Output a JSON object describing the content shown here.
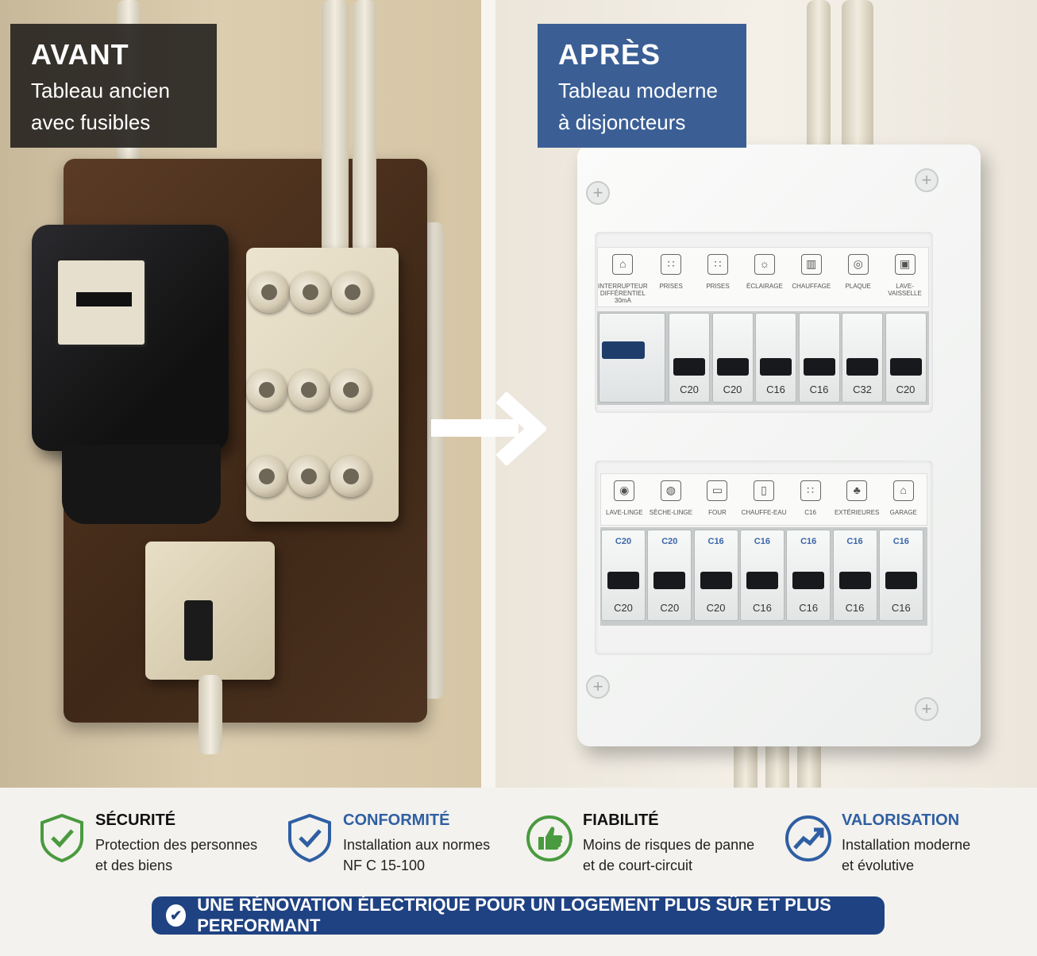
{
  "before": {
    "title": "AVANT",
    "line1": "Tableau ancien",
    "line2": "avec fusibles"
  },
  "after": {
    "title": "APRÈS",
    "line1": "Tableau moderne",
    "line2": "à disjoncteurs"
  },
  "row1_labels": [
    {
      "text": "INTERRUPTEUR DIFFÉRENTIEL 30mA",
      "icon": "house-icon"
    },
    {
      "text": "PRISES",
      "icon": "socket-icon"
    },
    {
      "text": "PRISES",
      "icon": "socket-icon"
    },
    {
      "text": "ÉCLAIRAGE",
      "icon": "bulb-icon"
    },
    {
      "text": "CHAUFFAGE",
      "icon": "radiator-icon"
    },
    {
      "text": "PLAQUE",
      "icon": "cooktop-icon"
    },
    {
      "text": "LAVE-VAISSELLE",
      "icon": "dishwasher-icon"
    }
  ],
  "row1_ratings": [
    "C20",
    "C20",
    "C16",
    "C16",
    "C32",
    "C20"
  ],
  "row2_labels": [
    {
      "text": "LAVE-LINGE",
      "icon": "washer-icon"
    },
    {
      "text": "SÈCHE-LINGE",
      "icon": "dryer-icon"
    },
    {
      "text": "FOUR",
      "icon": "oven-icon"
    },
    {
      "text": "CHAUFFE-EAU",
      "icon": "water-heater-icon"
    },
    {
      "text": "C16",
      "icon": "socket-icon"
    },
    {
      "text": "EXTÉRIEURES",
      "icon": "tree-icon"
    },
    {
      "text": "GARAGE",
      "icon": "garage-icon"
    }
  ],
  "row2_top": [
    "C20",
    "C20",
    "C16",
    "C16",
    "C16",
    "C16",
    "C16"
  ],
  "row2_ratings": [
    "C20",
    "C20",
    "C20",
    "C16",
    "C16",
    "C16",
    "C16"
  ],
  "features": [
    {
      "title": "SÉCURITÉ",
      "line1": "Protection des personnes",
      "line2": "et des biens",
      "color": "#111111",
      "icon": "shield-check-icon",
      "icon_color": "#4a9a3f"
    },
    {
      "title": "CONFORMITÉ",
      "line1": "Installation aux normes",
      "line2": "NF C 15-100",
      "color": "#2f5fa3",
      "icon": "shield-check-icon",
      "icon_color": "#2f5fa3"
    },
    {
      "title": "FIABILITÉ",
      "line1": "Moins de risques de panne",
      "line2": "et de court-circuit",
      "color": "#111111",
      "icon": "thumbs-up-icon",
      "icon_color": "#4a9a3f"
    },
    {
      "title": "VALORISATION",
      "line1": "Installation moderne",
      "line2": "et évolutive",
      "color": "#2f5fa3",
      "icon": "chart-up-icon",
      "icon_color": "#2f5fa3"
    }
  ],
  "banner": "UNE RÉNOVATION ÉLECTRIQUE POUR UN LOGEMENT PLUS SÛR ET PLUS PERFORMANT"
}
